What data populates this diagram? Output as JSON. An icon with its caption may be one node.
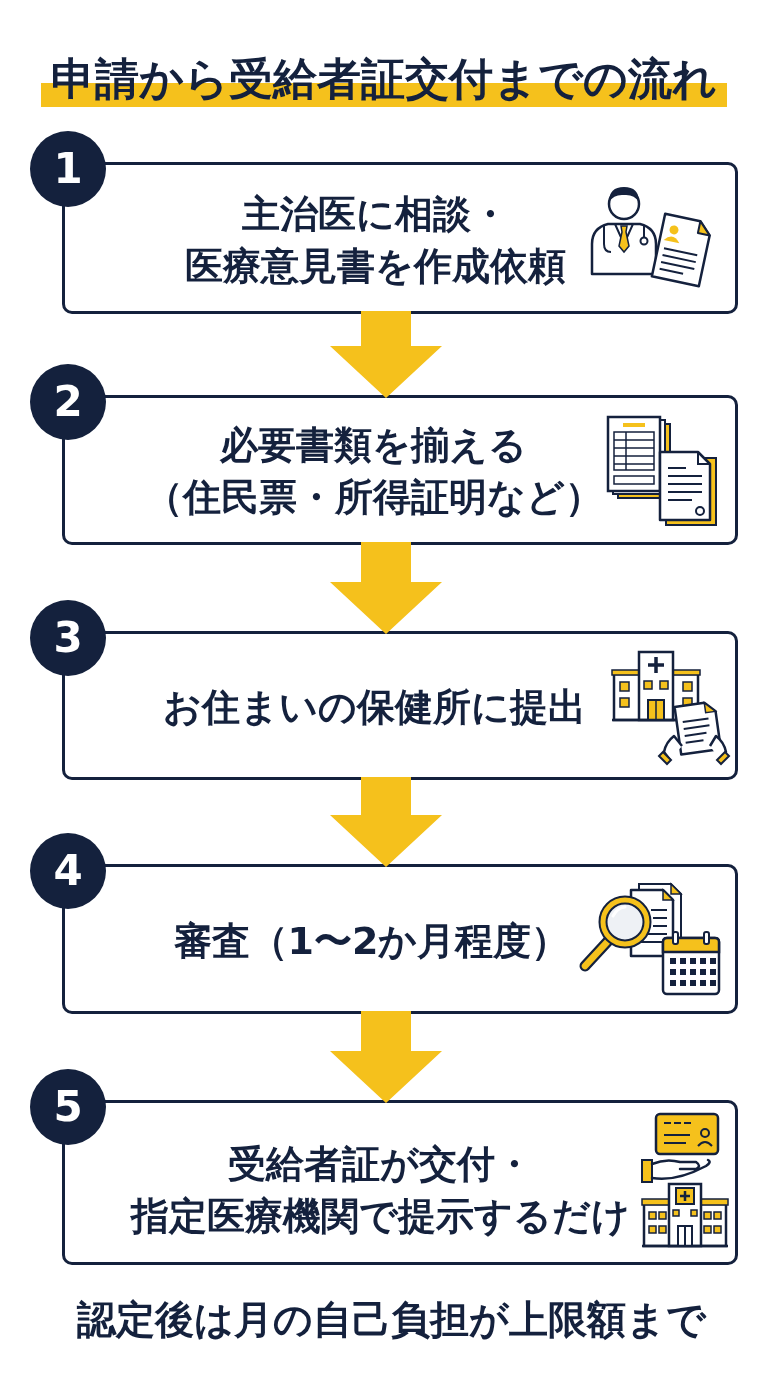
{
  "diagram": {
    "title": "申請から受給者証交付までの流れ",
    "nodes": [
      {
        "text": [
          "1"
        ]
      },
      {
        "text": [
          "主治医に相談・医療意見書を作成依頼"
        ]
      },
      {
        "text": [
          "2"
        ]
      },
      {
        "text": [
          "必要書類を揃える（住民票・所得証明など）"
        ]
      },
      {
        "text": [
          "3"
        ]
      },
      {
        "text": [
          "お住まいの保健所に提出"
        ]
      },
      {
        "text": [
          "4"
        ]
      },
      {
        "text": [
          "審査（1〜2か月程度）"
        ]
      },
      {
        "text": [
          "5"
        ]
      },
      {
        "text": [
          "受給者証が交付・指定医療機関で提示するだけ"
        ]
      }
    ],
    "edges": [
      {
        "from": 1,
        "to": 3,
        "arrow": "to"
      },
      {
        "from": 3,
        "to": 5,
        "arrow": "to"
      },
      {
        "from": 5,
        "to": 7,
        "arrow": "to"
      },
      {
        "from": 7,
        "to": 9,
        "arrow": "to"
      }
    ],
    "labels": [
      "認定後は月の自己負担が上限額まで"
    ]
  }
}
